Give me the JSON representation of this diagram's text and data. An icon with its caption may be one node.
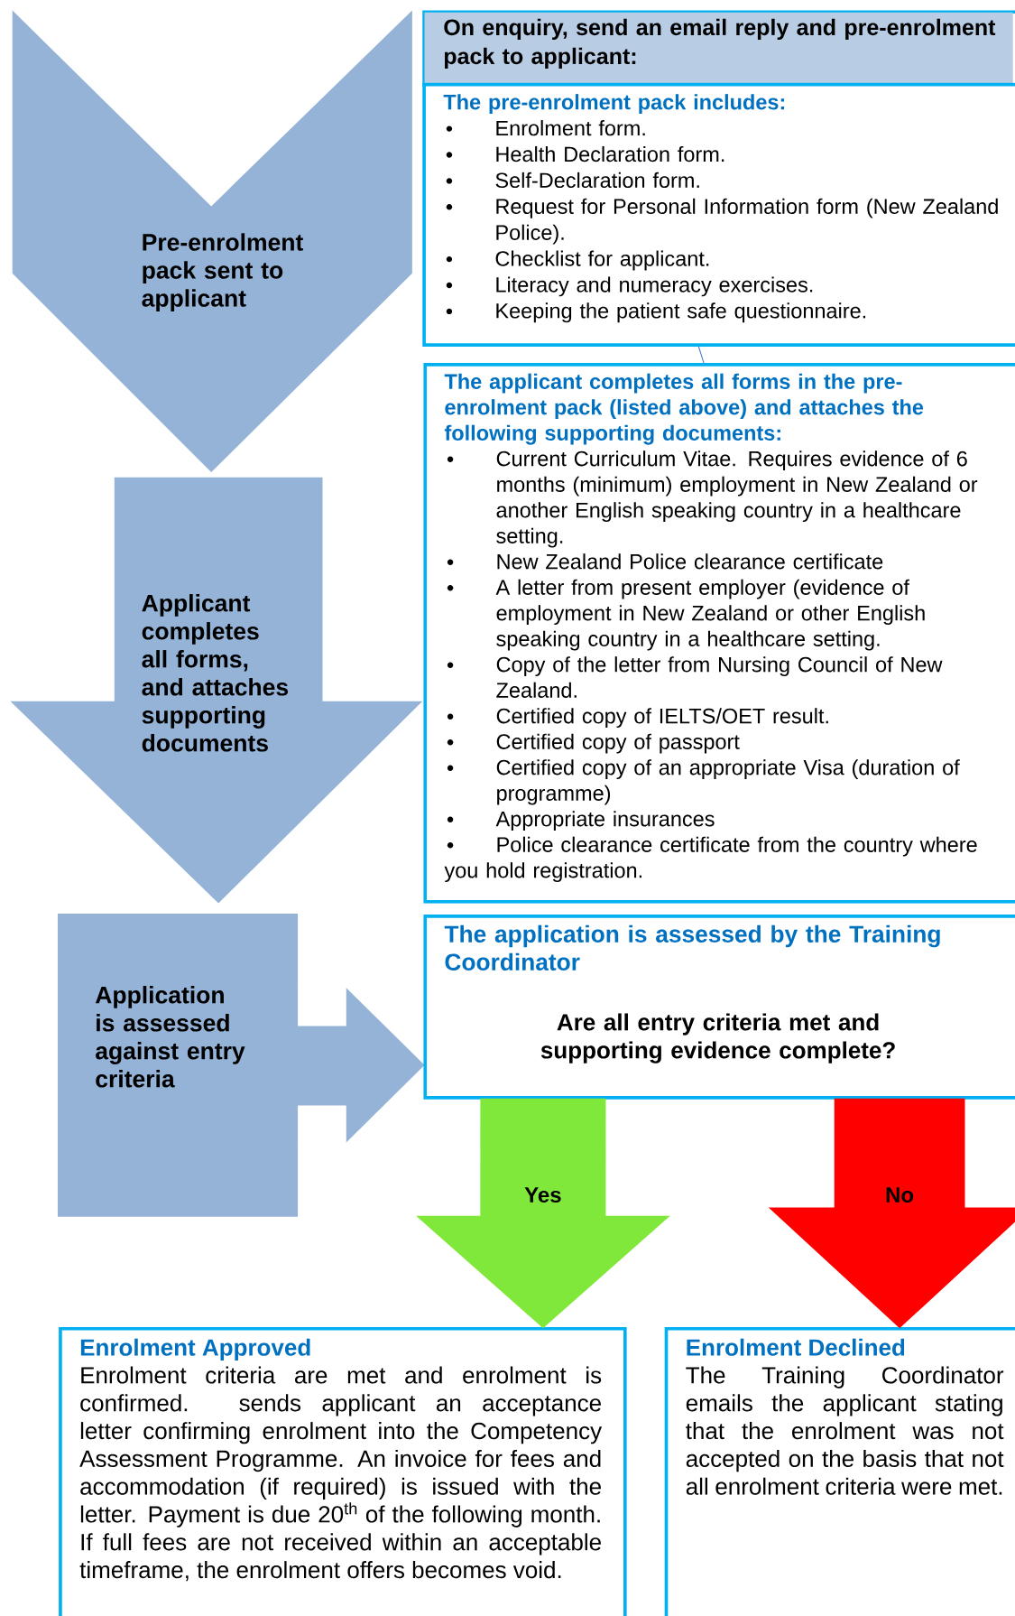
{
  "diagram": {
    "nodes": [
      {
        "text": [
          "Pre-enrolment pack sent to applicant"
        ]
      },
      {
        "text": [
          "On enquiry, send an email reply and pre-enrolment pack to applicant:",
          "The pre-enrolment pack includes:",
          "Enrolment form.",
          "Health Declaration form.",
          "Self-Declaration form.",
          "Request for Personal Information form (New Zealand Police).",
          "Checklist for applicant.",
          "Literacy and numeracy exercises.",
          "Keeping the patient safe questionnaire."
        ]
      },
      {
        "text": [
          "The applicant completes all forms in the pre-enrolment pack (listed above) and attaches the following supporting documents:",
          "Current Curriculum Vitae. Requires evidence of 6 months (minimum) employment in New Zealand or another English speaking country in a healthcare setting.",
          "New Zealand Police clearance certificate",
          "A letter from present employer (evidence of employment in New Zealand or other English speaking country in a healthcare setting.",
          "Copy of the letter from Nursing Council of New Zealand.",
          "Certified copy of IELTS/OET result.",
          "Certified copy of passport",
          "Certified copy of an appropriate Visa (duration of programme)",
          "Appropriate insurances",
          "Police clearance certificate from the country where you hold registration."
        ]
      },
      {
        "text": [
          "Applicant completes all forms, and attaches supporting documents"
        ]
      },
      {
        "text": [
          "Application is assessed against entry criteria"
        ]
      },
      {
        "text": [
          "The application is assessed by the Training Coordinator",
          "Are all entry criteria met and supporting evidence complete?"
        ]
      },
      {
        "text": [
          "Enrolment Approved",
          "Enrolment criteria are met and enrolment is confirmed. sends applicant an acceptance letter confirming enrolment into the Competency Assessment Programme. An invoice for fees and accommodation (if required) is issued with the letter. Payment is due 20$^{th}$ of the following month. If full fees are not received within an acceptable timeframe, the enrolment offers becomes void."
        ]
      },
      {
        "text": [
          "Enrolment Declined",
          "The Training Coordinator emails the applicant stating that the enrolment was not accepted on the basis that not all enrolment criteria were met."
        ]
      }
    ],
    "edges": [
      {
        "from": 1,
        "to": 2,
        "arrow": "none",
        "color": "#4472c4"
      },
      {
        "from": 5,
        "to": 6,
        "arrow": "to",
        "label": "Yes",
        "style": "thick",
        "color": "#80e83a"
      },
      {
        "from": 5,
        "to": 7,
        "arrow": "to",
        "label": "No",
        "style": "thick",
        "color": "#ff0000"
      }
    ]
  }
}
